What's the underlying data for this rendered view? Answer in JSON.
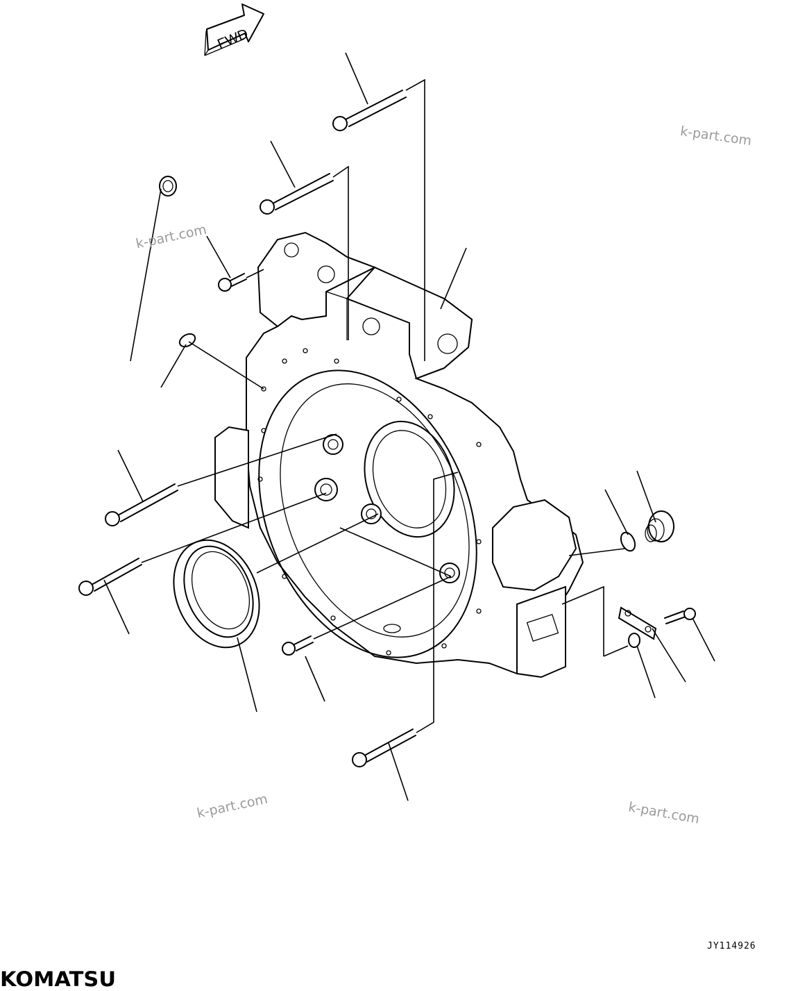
{
  "direction_label": "FWD",
  "watermarks": [
    "k-part.com",
    "k-part.com",
    "k-part.com",
    "k-part.com"
  ],
  "drawing_code": "JY114926",
  "brand": "KOMATSU",
  "colors": {
    "line": "#000000",
    "background": "#ffffff",
    "watermark": "#9a9a9a"
  }
}
